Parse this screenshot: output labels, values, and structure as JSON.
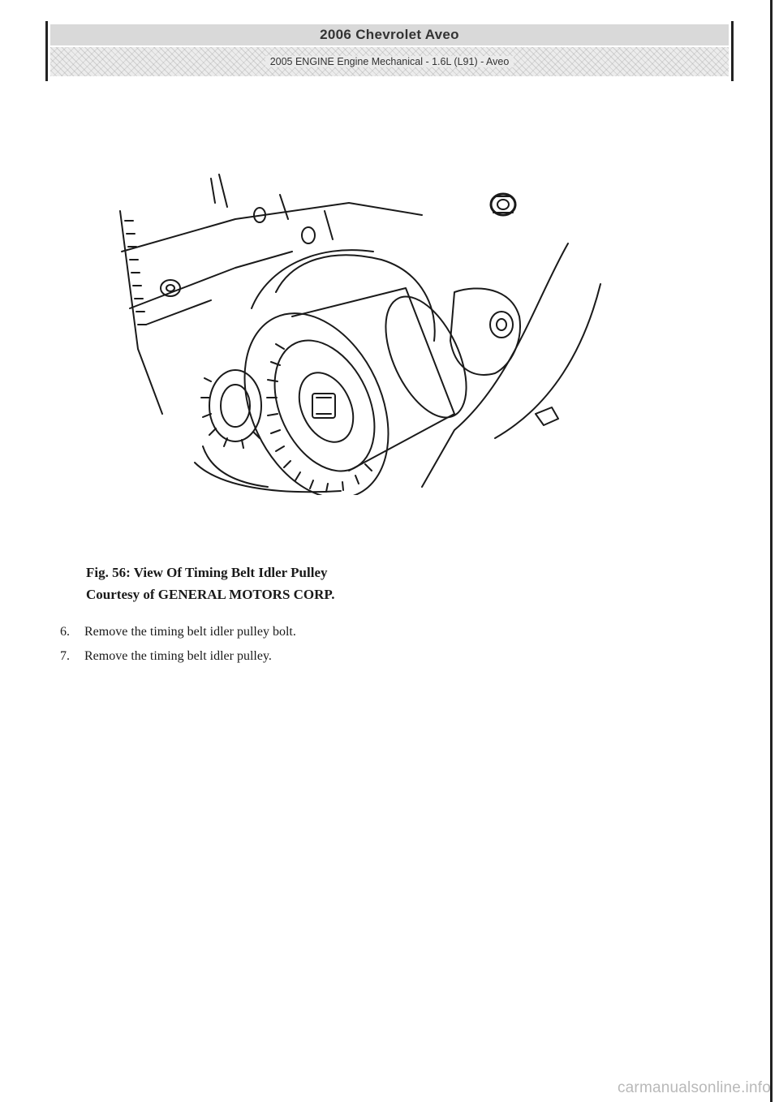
{
  "header": {
    "title": "2006 Chevrolet Aveo",
    "subtitle": "2005 ENGINE Engine Mechanical - 1.6L (L91) - Aveo"
  },
  "figure": {
    "caption_line1": "Fig. 56: View Of Timing Belt Idler Pulley",
    "caption_line2": "Courtesy of GENERAL MOTORS CORP."
  },
  "steps": [
    {
      "number": "6.",
      "text": "Remove the timing belt idler pulley bolt."
    },
    {
      "number": "7.",
      "text": "Remove the timing belt idler pulley."
    }
  ],
  "watermark": "carmanualsonline.info"
}
